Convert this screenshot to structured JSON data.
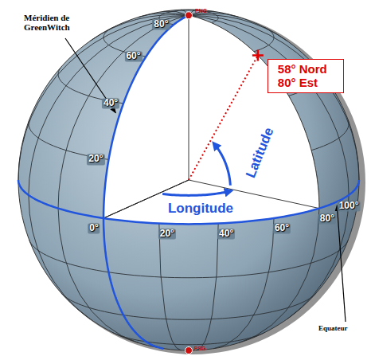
{
  "diagram": {
    "nodes": [
      {
        "text": [
          "58° Nord 80° Est"
        ]
      }
    ],
    "labels": [
      "PNG",
      "Méridien de GreenWitch",
      "80°",
      "60°",
      "40°",
      "20°",
      "Latitude",
      "Longitude",
      "0°",
      "20°",
      "40°",
      "60°",
      "80°",
      "100°",
      "Equateur",
      "PSG"
    ]
  }
}
